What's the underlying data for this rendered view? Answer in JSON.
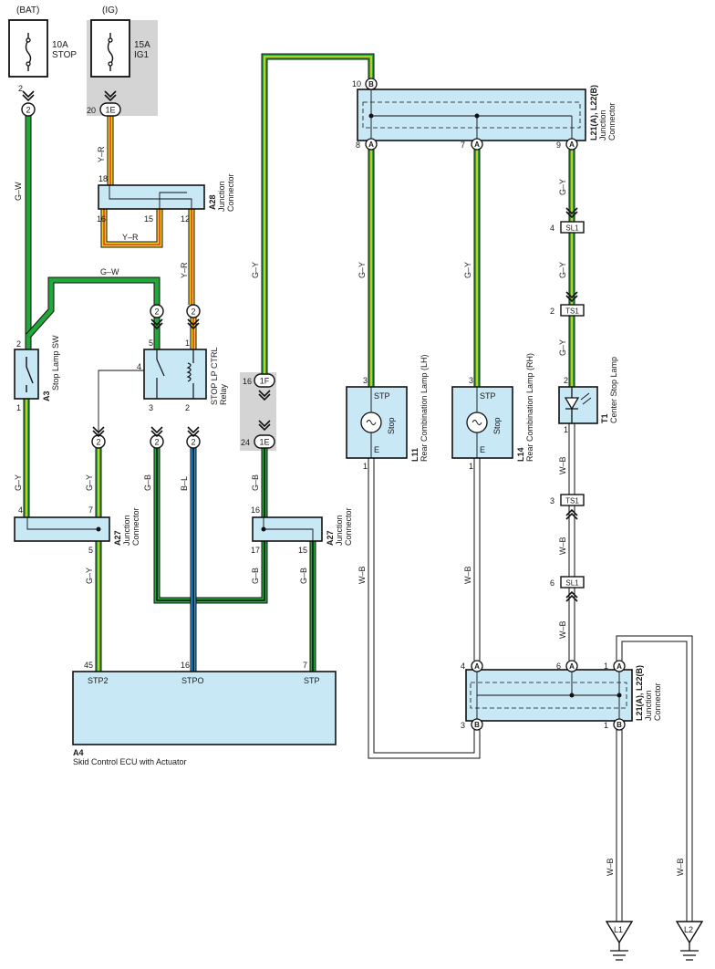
{
  "colors": {
    "green": "#22a83a",
    "yellow": "#f4d21a",
    "red": "#e23a1e",
    "blue": "#1f8fd6",
    "black": "#111111",
    "white": "#ffffff",
    "box_fill": "#c9e8f6",
    "shade": "#d4d4d4"
  },
  "power": {
    "bat_label": "(BAT)",
    "ig_label": "(IG)",
    "fuse_stop_amp": "10A",
    "fuse_stop_name": "STOP",
    "fuse_ig_amp": "15A",
    "fuse_ig_name": "IG1"
  },
  "components": {
    "a28_id": "A28",
    "a28_name_1": "Junction",
    "a28_name_2": "Connector",
    "a3_id": "A3",
    "a3_name": "Stop Lamp SW",
    "relay_name_1": "STOP LP CTRL",
    "relay_name_2": "Relay",
    "a27_id": "A27",
    "a27_name_1": "Junction",
    "a27_name_2": "Connector",
    "a4_id": "A4",
    "a4_name": "Skid Control ECU with Actuator",
    "a4_pin_stp2": "STP2",
    "a4_pin_stpo": "STPO",
    "a4_pin_stp": "STP",
    "jc_top_id": "L21(A), L22(B)",
    "jc_name_1": "Junction",
    "jc_name_2": "Connector",
    "l11_id": "L11",
    "l11_name": "Rear Combination Lamp (LH)",
    "l14_id": "L14",
    "l14_name": "Rear Combination Lamp (RH)",
    "lamp_stp": "STP",
    "lamp_stop": "Stop",
    "lamp_e": "E",
    "t1_id": "T1",
    "t1_name": "Center Stop Lamp",
    "jc_bot_id": "L21(A), L22(B)",
    "ground_l1": "L1",
    "ground_l2": "L2"
  },
  "wires": {
    "gw": "G–W",
    "yr": "Y–R",
    "gy": "G–Y",
    "gb": "G–B",
    "bl": "B–L",
    "wb": "W–B"
  },
  "connectors": {
    "c2": "2",
    "c1e": "1E",
    "c1f": "1F",
    "sl1": "SL1",
    "ts1": "TS1",
    "a": "A",
    "b": "B"
  },
  "pins": {
    "p1": "1",
    "p2": "2",
    "p3": "3",
    "p4": "4",
    "p5": "5",
    "p6": "6",
    "p7": "7",
    "p8": "8",
    "p9": "9",
    "p10": "10",
    "p12": "12",
    "p15": "15",
    "p16": "16",
    "p17": "17",
    "p18": "18",
    "p20": "20",
    "p24": "24",
    "p45": "45"
  }
}
